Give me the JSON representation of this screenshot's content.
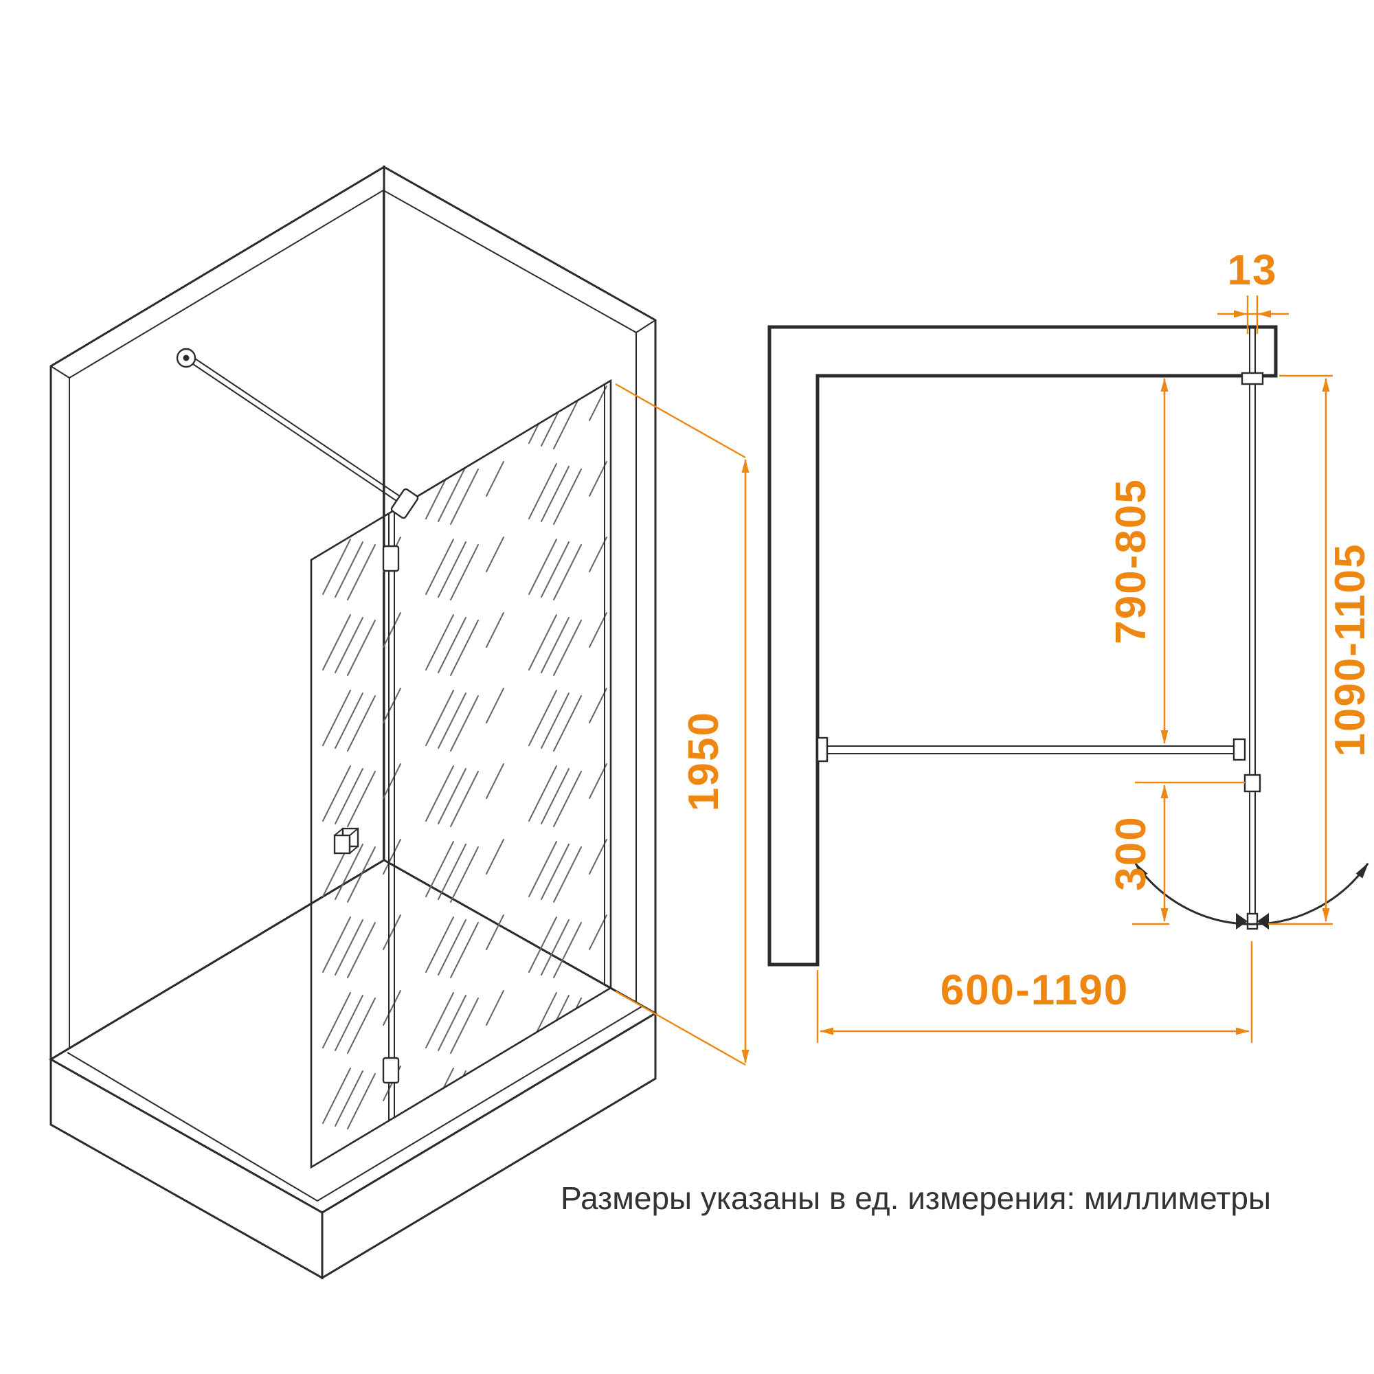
{
  "note": "Размеры указаны в ед. измерения: миллиметры",
  "colors": {
    "accent": "#EE8712",
    "line": "#2B2B2B",
    "note_text": "#333333"
  },
  "dimensions": {
    "height": "1950",
    "glass_thickness": "13",
    "wall_to_bar": "790-805",
    "overall_depth": "1090-1105",
    "door_width": "300",
    "width_range": "600-1190"
  }
}
